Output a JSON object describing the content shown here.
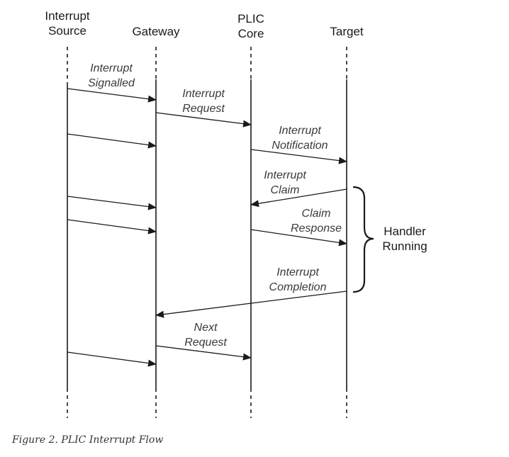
{
  "lanes": [
    {
      "id": "source",
      "label_lines": [
        "Interrupt",
        "Source"
      ]
    },
    {
      "id": "gateway",
      "label_lines": [
        "Gateway"
      ]
    },
    {
      "id": "core",
      "label_lines": [
        "PLIC",
        "Core"
      ]
    },
    {
      "id": "target",
      "label_lines": [
        "Target"
      ]
    }
  ],
  "messages": [
    {
      "id": "interrupt-signalled",
      "from": "source",
      "to": "gateway",
      "label_lines": [
        "Interrupt",
        "Signalled"
      ]
    },
    {
      "id": "interrupt-request",
      "from": "gateway",
      "to": "core",
      "label_lines": [
        "Interrupt",
        "Request"
      ]
    },
    {
      "id": "signal-2",
      "from": "source",
      "to": "gateway",
      "label_lines": []
    },
    {
      "id": "interrupt-notification",
      "from": "core",
      "to": "target",
      "label_lines": [
        "Interrupt",
        "Notification"
      ]
    },
    {
      "id": "interrupt-claim",
      "from": "target",
      "to": "core",
      "label_lines": [
        "Interrupt",
        "Claim"
      ]
    },
    {
      "id": "signal-3",
      "from": "source",
      "to": "gateway",
      "label_lines": []
    },
    {
      "id": "signal-4",
      "from": "source",
      "to": "gateway",
      "label_lines": []
    },
    {
      "id": "claim-response",
      "from": "core",
      "to": "target",
      "label_lines": [
        "Claim",
        "Response"
      ]
    },
    {
      "id": "interrupt-completion",
      "from": "target",
      "to": "gateway",
      "label_lines": [
        "Interrupt",
        "Completion"
      ]
    },
    {
      "id": "next-request",
      "from": "gateway",
      "to": "core",
      "label_lines": [
        "Next",
        "Request"
      ]
    },
    {
      "id": "signal-5",
      "from": "source",
      "to": "gateway",
      "label_lines": []
    }
  ],
  "handler": {
    "label_lines": [
      "Handler",
      "Running"
    ]
  },
  "caption": "Figure 2. PLIC Interrupt Flow"
}
